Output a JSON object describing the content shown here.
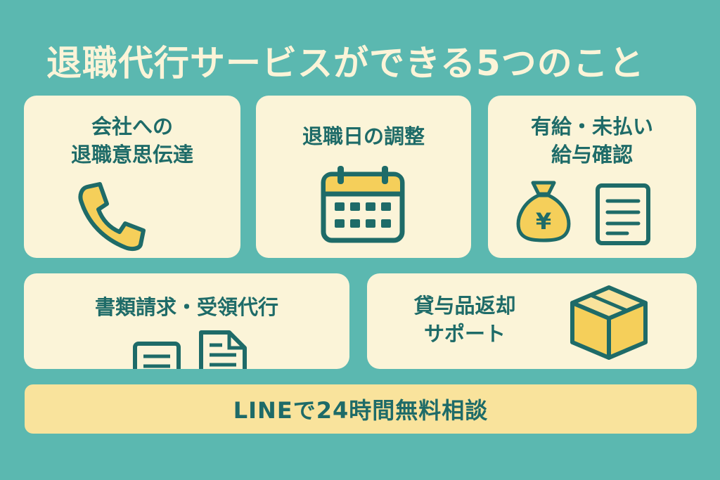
{
  "title": "退職代行サービスができる5つのこと",
  "cards": [
    {
      "lines": [
        "会社への",
        "退職意思伝達"
      ],
      "icon": "phone-icon"
    },
    {
      "lines": [
        "退職日の調整"
      ],
      "icon": "calendar-icon"
    },
    {
      "lines": [
        "有給・未払い",
        "給与確認"
      ],
      "icons": [
        "money-bag-icon",
        "document-icon"
      ],
      "currency_symbol": "¥"
    },
    {
      "lines": [
        "書類請求・受領代行"
      ],
      "icons": [
        "document-icon",
        "document-icon"
      ]
    },
    {
      "lines": [
        "貸与品返却",
        "サポート"
      ],
      "icon": "box-icon"
    }
  ],
  "banner": {
    "text": "LINEで24時間無料相談"
  },
  "colors": {
    "background": "#5bb8b0",
    "card": "#fbf4d8",
    "text": "#1e6b68",
    "accent": "#f5cf5a",
    "banner": "#f9e39c"
  }
}
